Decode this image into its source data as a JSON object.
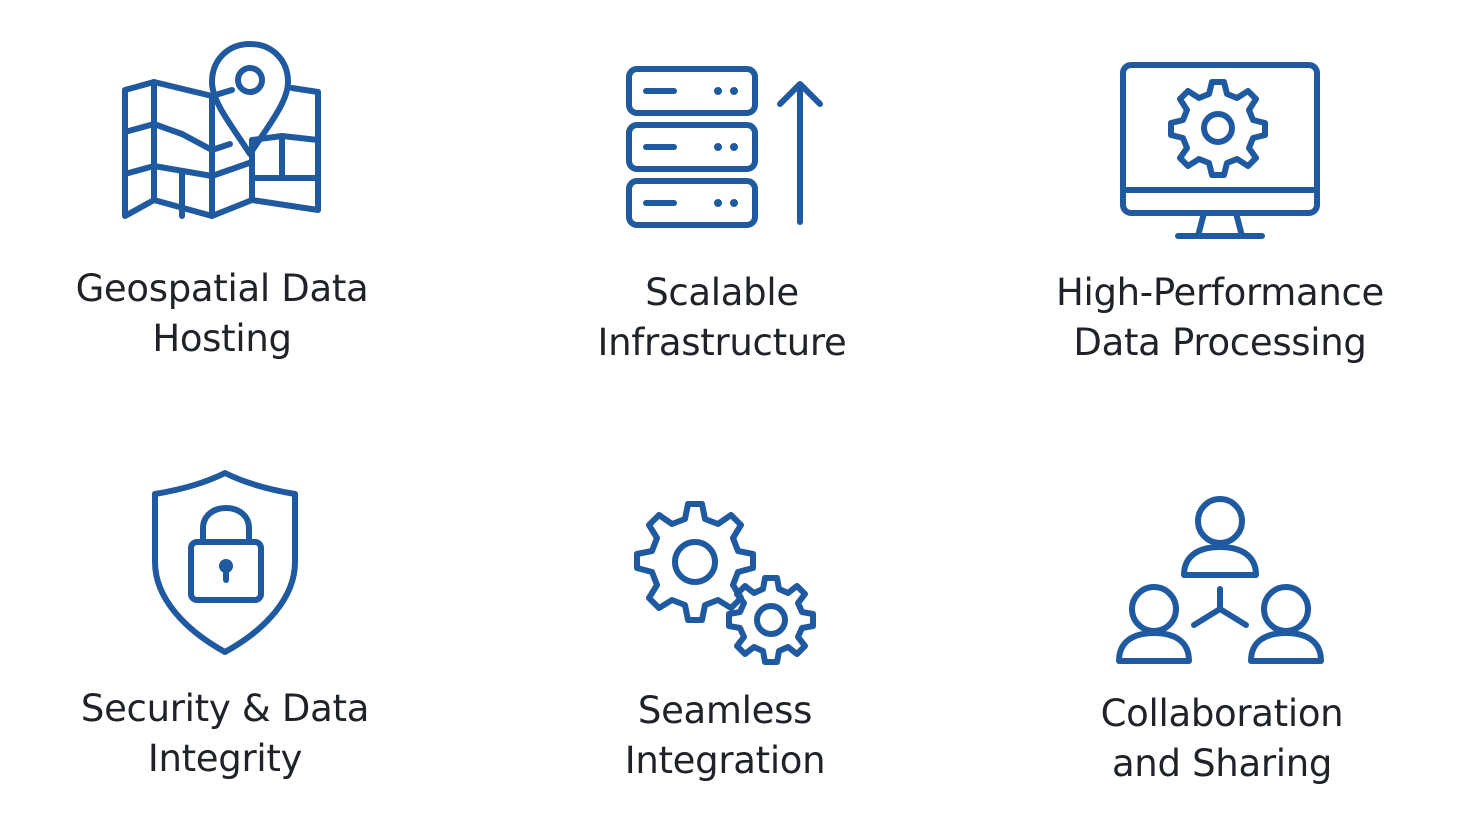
{
  "accent_color": "#1f5aa0",
  "text_color": "#1f2328",
  "features": [
    {
      "icon": "map-pin-icon",
      "line1": "Geospatial Data",
      "line2": "Hosting"
    },
    {
      "icon": "server-scale-icon",
      "line1": "Scalable",
      "line2": "Infrastructure"
    },
    {
      "icon": "monitor-gear-icon",
      "line1": "High-Performance",
      "line2": "Data Processing"
    },
    {
      "icon": "shield-lock-icon",
      "line1": "Security & Data",
      "line2": "Integrity"
    },
    {
      "icon": "gears-icon",
      "line1": "Seamless",
      "line2": "Integration"
    },
    {
      "icon": "users-network-icon",
      "line1": "Collaboration",
      "line2": "and Sharing"
    }
  ]
}
